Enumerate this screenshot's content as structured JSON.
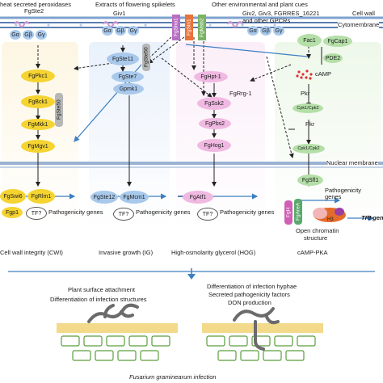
{
  "top": {
    "peroxidases": "heat secreted peroxidases",
    "spikelets": "Extracts of flowering spikelets",
    "cues": "Other environmental and plant cues",
    "cell_wall": "Cell wall",
    "cytomembrane": "Cytomembrane",
    "gpcrs_line1": "Giv2, Giv3, FGRRES_16221",
    "gpcrs_line2": "and other GPCRs"
  },
  "receptors": {
    "fgste2": "FgSte2",
    "giv1": "Giv1",
    "fgsho1": "FgSho1",
    "fgsln1": "FgSln1",
    "fgmsb2": "FgMsb2"
  },
  "gprotein": {
    "ga": "Gα",
    "gb": "Gβ",
    "gy": "Gγ"
  },
  "cwi": {
    "pkc1": "FgPkc1",
    "bck1": "FgBck1",
    "mkk1": "FgMkk1",
    "mgv1": "FgMgv1",
    "ste50": "FgSte50",
    "swi6": "FgSwi6",
    "rlm1": "FgRlm1",
    "fgp1": "Fgp1",
    "tf": "TF?",
    "genes": "Pathogenicity genes",
    "title": "Cell wall integrity (CWI)"
  },
  "ig": {
    "ste11": "FgSte11",
    "ste50": "FgSte50",
    "ste7": "FgSte7",
    "gpmk1": "Gpmk1",
    "ste12": "FgSte12",
    "mcm1": "FgMcm1",
    "tf": "TF?",
    "genes": "Pathogenicity genes",
    "title": "Invasive growth (IG)"
  },
  "hog": {
    "hpt1": "FgHpt-1",
    "rrg1": "FgRrg-1",
    "ssk2": "FgSsk2",
    "pbs2": "FgPbs2",
    "hog1": "FgHog1",
    "atf1": "FgAtf1",
    "tf": "TF?",
    "genes": "Pathogenicity genes",
    "title": "High-osmolarity glycerol (HOG)"
  },
  "camp": {
    "fac1": "Fac1",
    "cap1": "FgCap1",
    "pde2": "PDE2",
    "camp": "cAMP",
    "pkr1": "Pkr",
    "cpk_a": "Cpk1/Cpk2",
    "pkr2": "Pkr",
    "cpk_b": "Cpk1/Cpk2",
    "nuclear": "Nuclear membrane",
    "sfl1": "FgSfl1",
    "genes": "Pathogenicity genes",
    "fgh": "FgH",
    "areA": "FgAreA",
    "h3": "H3",
    "tri": "TRI genes",
    "chromatin1": "Open chromatin",
    "chromatin2": "structure",
    "title": "cAMP-PKA"
  },
  "bottom": {
    "left_line1": "Plant surface attachment",
    "left_line2": "Differentiation of infection structures",
    "right_line1": "Differentiation of infection hyphae",
    "right_line2": "Secreted pathogenicity factors",
    "right_line3": "DON production",
    "caption": "Fusarium graminearum infection"
  },
  "colors": {
    "membrane": "#5b7fb3",
    "blue_node": "#a9c9ec",
    "yellow_node": "#f5d431",
    "pink_node": "#f0b9e2",
    "green_node": "#b5dfa8",
    "arrow_blue": "#3d7fc1"
  }
}
